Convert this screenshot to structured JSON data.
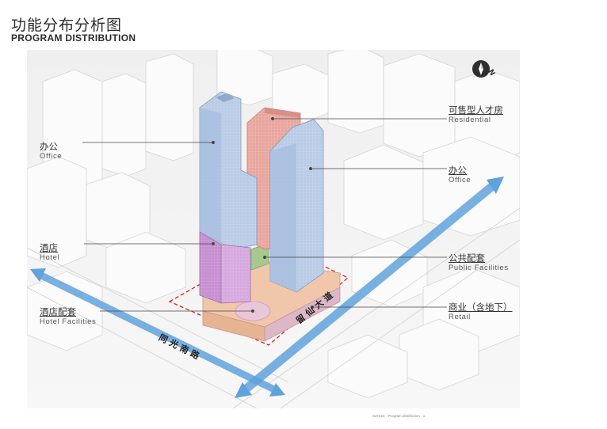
{
  "title": {
    "cn": "功能分布分析图",
    "en": "PROGRAM DISTRIBUTION"
  },
  "labels": {
    "office_left": {
      "cn": "办公",
      "en": "Office"
    },
    "hotel": {
      "cn": "酒店",
      "en": "Hotel"
    },
    "hotel_facilities": {
      "cn": "酒店配套",
      "en": "Hotel Facilities"
    },
    "residential": {
      "cn": "可售型人才房",
      "en": "Residential"
    },
    "office_right": {
      "cn": "办公",
      "en": "Office"
    },
    "public_facilities": {
      "cn": "公共配套",
      "en": "Public Facilities"
    },
    "retail": {
      "cn": "商业（含地下）",
      "en": "Retail"
    }
  },
  "roads": {
    "main_road": "留 仙 大 道",
    "side_road": "同 光 南 路"
  },
  "compass": {
    "letter": "N"
  },
  "colors": {
    "office": "#b9cbe6",
    "residential": "#e8a69e",
    "hotel": "#cf9ed8",
    "retail": "#f0c7ab",
    "public": "#a7c88e",
    "road_arrow": "#5fa2dc",
    "site_boundary": "#e02020"
  },
  "footer": "SZHUD  ·  Program distribution  ·  1"
}
